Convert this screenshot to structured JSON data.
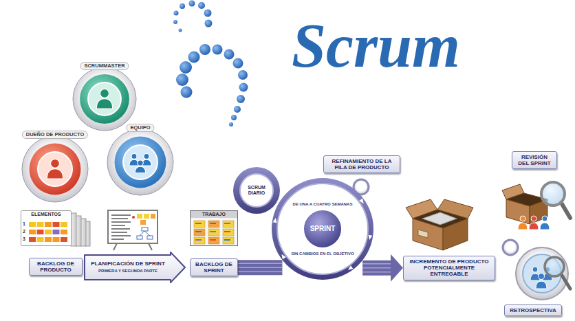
{
  "diagram": {
    "title": "Scrum",
    "nodes": [
      {
        "text": [
          "SCRUMMASTER"
        ]
      },
      {
        "text": [
          "DUEÑO DE PRODUCTO"
        ]
      },
      {
        "text": [
          "EQUIPO"
        ]
      },
      {
        "text": [
          "ELEMENTOS"
        ]
      },
      {
        "text": [
          "BACKLOG DE PRODUCTO"
        ]
      },
      {
        "text": [
          "PLANIFICACIÓN DE SPRINT",
          "PRIMERA Y SEGUNDA PARTE"
        ]
      },
      {
        "text": [
          "TRABAJO"
        ]
      },
      {
        "text": [
          "BACKLOG DE SPRINT"
        ]
      },
      {
        "text": [
          "SCRUM DIARIO"
        ]
      },
      {
        "text": [
          "SPRINT",
          "DE UNA A CUATRO SEMANAS",
          "SIN CAMBIOS EN EL OBJETIVO"
        ]
      },
      {
        "text": [
          "REFINAMIENTO DE LA PILA DE PRODUCTO"
        ]
      },
      {
        "text": [
          "INCREMENTO DE PRODUCTO POTENCIALMENTE ENTREGABLE"
        ]
      },
      {
        "text": [
          "REVISIÓN DEL SPRINT"
        ]
      },
      {
        "text": [
          "RETROSPECTIVA"
        ]
      }
    ],
    "edges": [
      {
        "from": 7,
        "to": 9,
        "arrow": "none"
      },
      {
        "from": 9,
        "to": 11,
        "arrow": "to"
      }
    ],
    "labels": [
      "1",
      "2",
      "3"
    ]
  }
}
